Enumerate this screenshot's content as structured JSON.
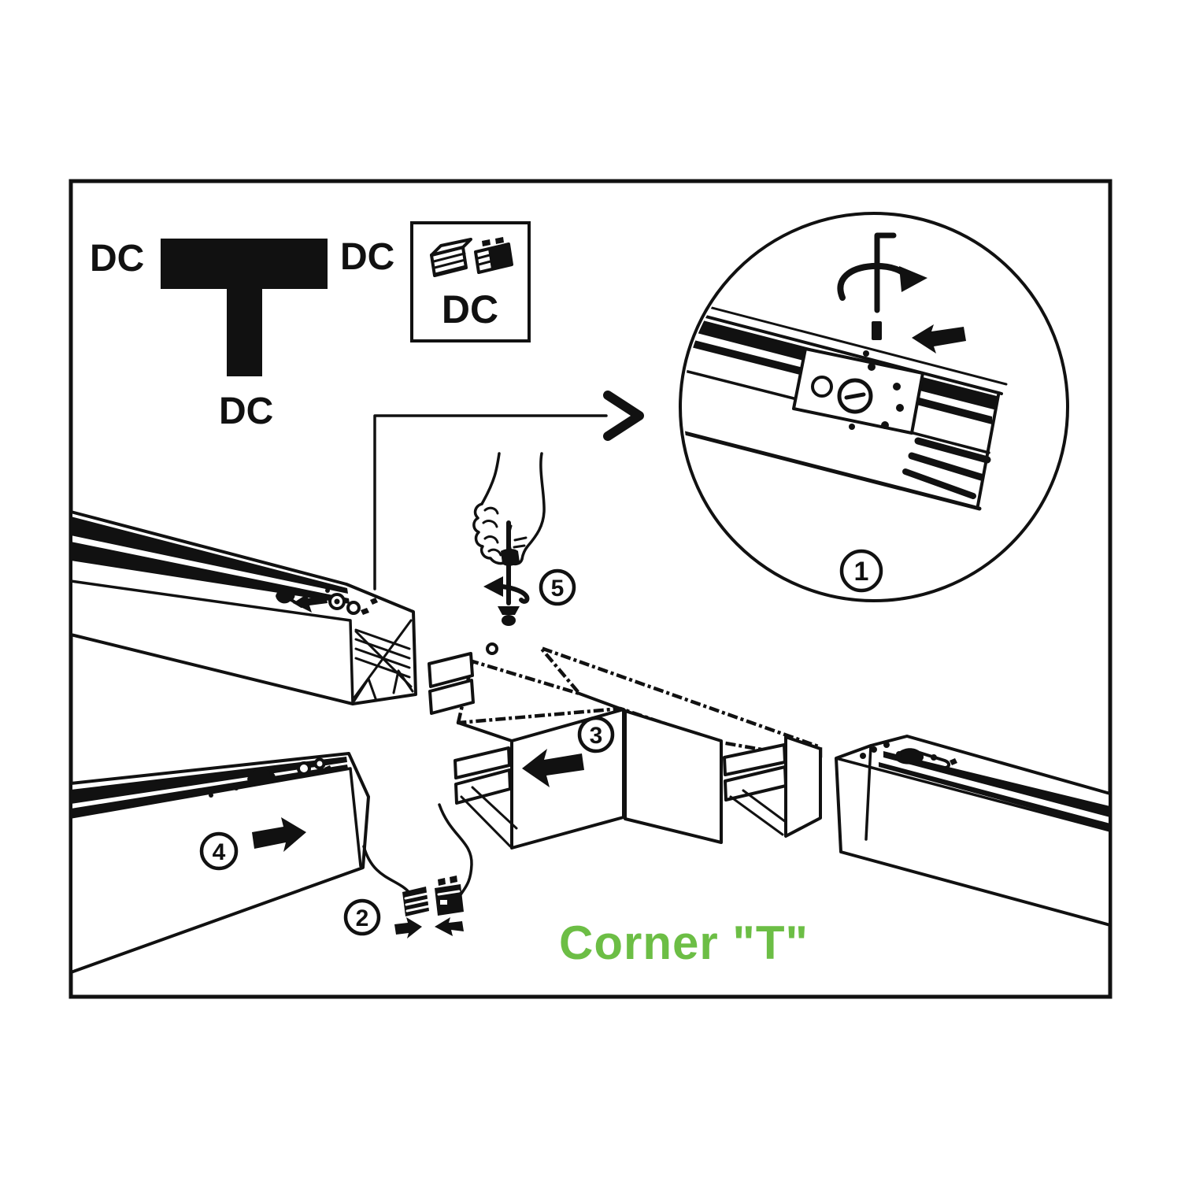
{
  "title": {
    "text": "Corner \"T\"",
    "color": "#6cbe45"
  },
  "colors": {
    "ink": "#111111",
    "paper": "#ffffff",
    "accent_green": "#6cbe45"
  },
  "legend": {
    "t_silhouette": "t-connector-plan-view",
    "labels": {
      "left": "DC",
      "right": "DC",
      "bottom": "DC"
    },
    "connector_box": {
      "label": "DC",
      "icons": [
        "female-plug-icon",
        "male-plug-icon"
      ]
    }
  },
  "step_markers": {
    "step1": "1",
    "step2": "2",
    "step3": "3",
    "step4": "4",
    "step5": "5"
  },
  "detail_view": {
    "marker": "1",
    "contents": [
      "hex-key-icon",
      "rotate-clockwise-arrow-icon",
      "push-left-arrow-icon",
      "track-joiner-plate"
    ]
  }
}
